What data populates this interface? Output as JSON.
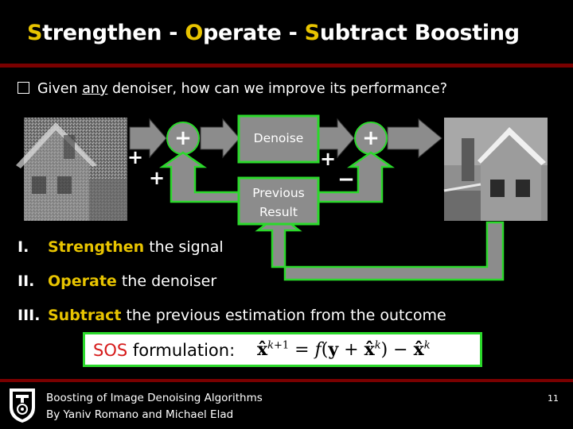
{
  "slide": {
    "title_parts": [
      "S",
      "trengthen - ",
      "O",
      "perate - ",
      "S",
      "ubtract Boosting"
    ],
    "bullet": {
      "before": "Given ",
      "underlined": "any",
      "after": " denoiser, how can we improve its performance?"
    },
    "diagram": {
      "denoise_label": "Denoise",
      "previous_label_line1": "Previous",
      "previous_label_line2": "Result"
    },
    "steps": [
      {
        "num": "I.",
        "keyword": "Strengthen",
        "rest": " the signal"
      },
      {
        "num": "II.",
        "keyword": "Operate",
        "rest": " the denoiser"
      },
      {
        "num": "III.",
        "keyword": "Subtract",
        "rest": " the previous estimation from the outcome"
      }
    ],
    "formula": {
      "label_sos": "SOS",
      "label_rest": " formulation:",
      "equation": "x̂^{k+1} = f(y + x̂^k) − x̂^k"
    },
    "footer": {
      "line1": "Boosting of Image Denoising Algorithms",
      "line2": "By Yaniv Romano and Michael Elad",
      "page": "11"
    }
  },
  "colors": {
    "accent": "#e8c400",
    "green": "#2bd92b",
    "arrow_gray": "#8c8c8c",
    "rule_red": "#7a0000"
  }
}
